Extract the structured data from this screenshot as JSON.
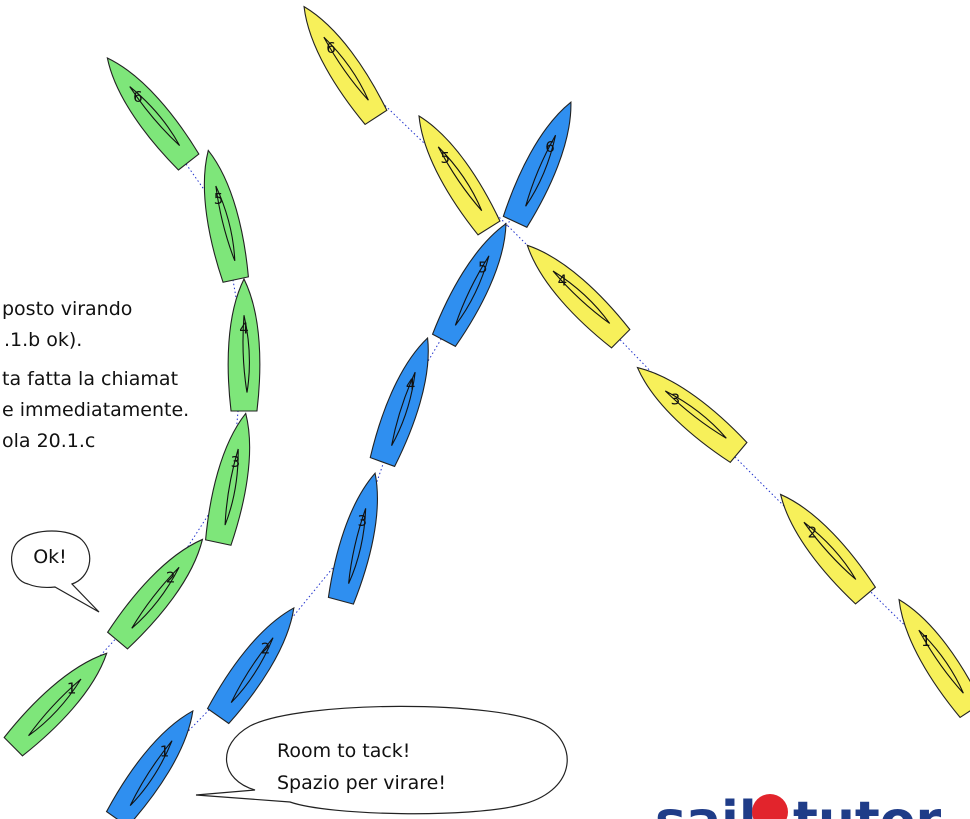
{
  "colors": {
    "green": "#7ee67a",
    "yellow": "#f7f05a",
    "blue": "#2f8ff0",
    "logo_navy": "#1f3c88",
    "logo_red": "#e2242c"
  },
  "explanation_lines": [
    "posto virando",
    ".1.b ok).",
    "ta fatta la chiamat",
    "e immediatamente.",
    "ola 20.1.c"
  ],
  "speech_ok": "Ok!",
  "speech_room": {
    "line1": "Room to tack!",
    "line2": "Spazio per virare!"
  },
  "logo": {
    "part1": "sail",
    "part2": "tutor"
  },
  "boats": {
    "green": [
      "1",
      "2",
      "3",
      "4",
      "5",
      "6"
    ],
    "blue": [
      "1",
      "2",
      "3",
      "4",
      "5",
      "6"
    ],
    "yellow": [
      "1",
      "2",
      "3",
      "4",
      "5",
      "6"
    ]
  }
}
